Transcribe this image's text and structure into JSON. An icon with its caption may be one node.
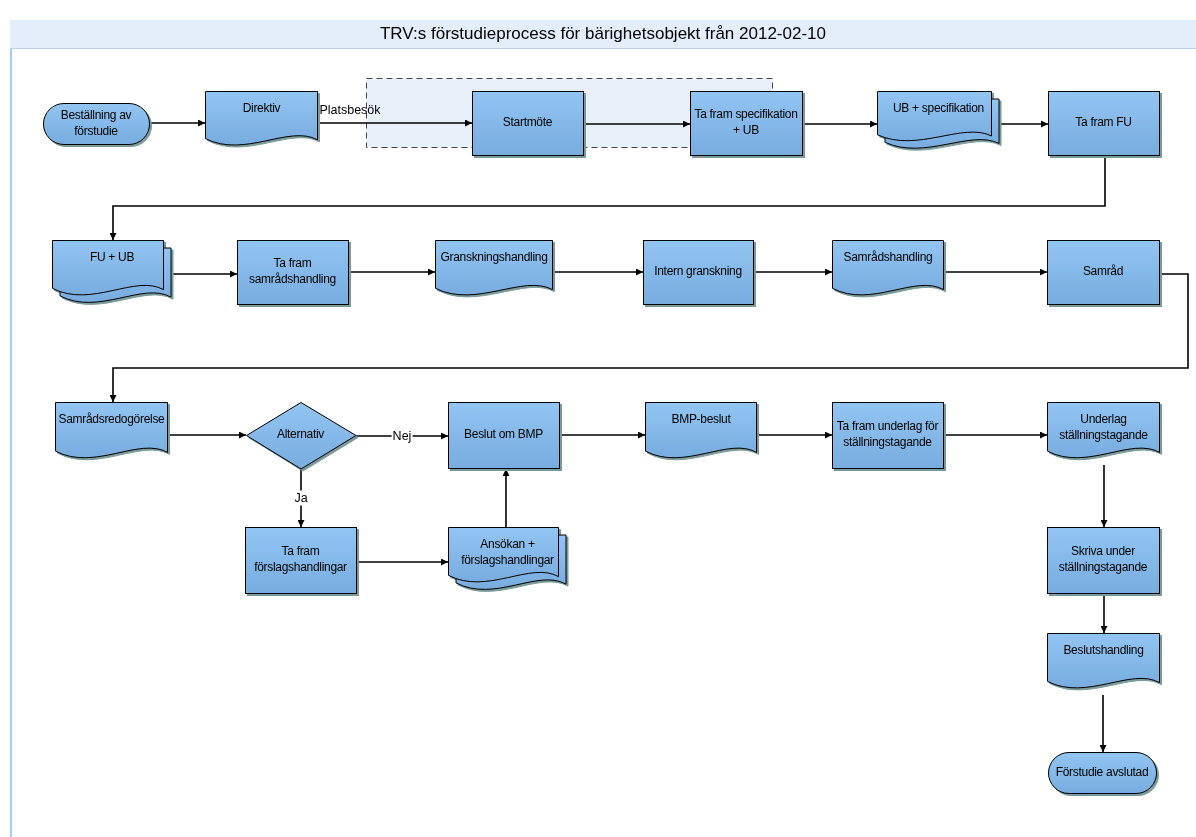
{
  "diagram": {
    "title": "TRV:s förstudieprocess för bärighetsobjekt från 2012-02-10",
    "nodes": [
      {
        "text": [
          "Beställning av förstudie"
        ]
      },
      {
        "text": [
          "Direktiv"
        ]
      },
      {
        "text": [
          "Startmöte"
        ]
      },
      {
        "text": [
          "Ta fram specifikation + UB"
        ]
      },
      {
        "text": [
          "UB + specifikation"
        ]
      },
      {
        "text": [
          "Ta fram FU"
        ]
      },
      {
        "text": [
          "FU + UB"
        ]
      },
      {
        "text": [
          "Ta fram samrådshandling"
        ]
      },
      {
        "text": [
          "Granskningshandling"
        ]
      },
      {
        "text": [
          "Intern granskning"
        ]
      },
      {
        "text": [
          "Samrådshandling"
        ]
      },
      {
        "text": [
          "Samråd"
        ]
      },
      {
        "text": [
          "Samrådsredogörelse"
        ]
      },
      {
        "text": [
          "Alternativ"
        ]
      },
      {
        "text": [
          "Beslut om BMP"
        ]
      },
      {
        "text": [
          "BMP-beslut"
        ]
      },
      {
        "text": [
          "Ta fram underlag för ställningstagande"
        ]
      },
      {
        "text": [
          "Underlag ställningstagande"
        ]
      },
      {
        "text": [
          "Ta fram förslagshandlingar"
        ]
      },
      {
        "text": [
          "Ansökan + förslagshandlingar"
        ]
      },
      {
        "text": [
          "Skriva under ställningstagande"
        ]
      },
      {
        "text": [
          "Beslutshandling"
        ]
      },
      {
        "text": [
          "Förstudie avslutad"
        ]
      }
    ],
    "edges": [
      {
        "from": 0,
        "to": 1,
        "arrow": "to"
      },
      {
        "from": 1,
        "to": 2,
        "arrow": "to",
        "label": "Platsbesök"
      },
      {
        "from": 2,
        "to": 3,
        "arrow": "to"
      },
      {
        "from": 3,
        "to": 4,
        "arrow": "to"
      },
      {
        "from": 4,
        "to": 5,
        "arrow": "to"
      },
      {
        "from": 5,
        "to": 6,
        "arrow": "to"
      },
      {
        "from": 6,
        "to": 7,
        "arrow": "to"
      },
      {
        "from": 7,
        "to": 8,
        "arrow": "to"
      },
      {
        "from": 8,
        "to": 9,
        "arrow": "to"
      },
      {
        "from": 9,
        "to": 10,
        "arrow": "to"
      },
      {
        "from": 10,
        "to": 11,
        "arrow": "to"
      },
      {
        "from": 11,
        "to": 12,
        "arrow": "to"
      },
      {
        "from": 12,
        "to": 13,
        "arrow": "to"
      },
      {
        "from": 13,
        "to": 14,
        "arrow": "to",
        "label": "Nej"
      },
      {
        "from": 13,
        "to": 18,
        "arrow": "to",
        "label": "Ja"
      },
      {
        "from": 18,
        "to": 19,
        "arrow": "to"
      },
      {
        "from": 19,
        "to": 14,
        "arrow": "to"
      },
      {
        "from": 14,
        "to": 15,
        "arrow": "to"
      },
      {
        "from": 15,
        "to": 16,
        "arrow": "to"
      },
      {
        "from": 16,
        "to": 17,
        "arrow": "to"
      },
      {
        "from": 17,
        "to": 20,
        "arrow": "to"
      },
      {
        "from": 20,
        "to": 21,
        "arrow": "to"
      },
      {
        "from": 21,
        "to": 22,
        "arrow": "to"
      }
    ]
  }
}
